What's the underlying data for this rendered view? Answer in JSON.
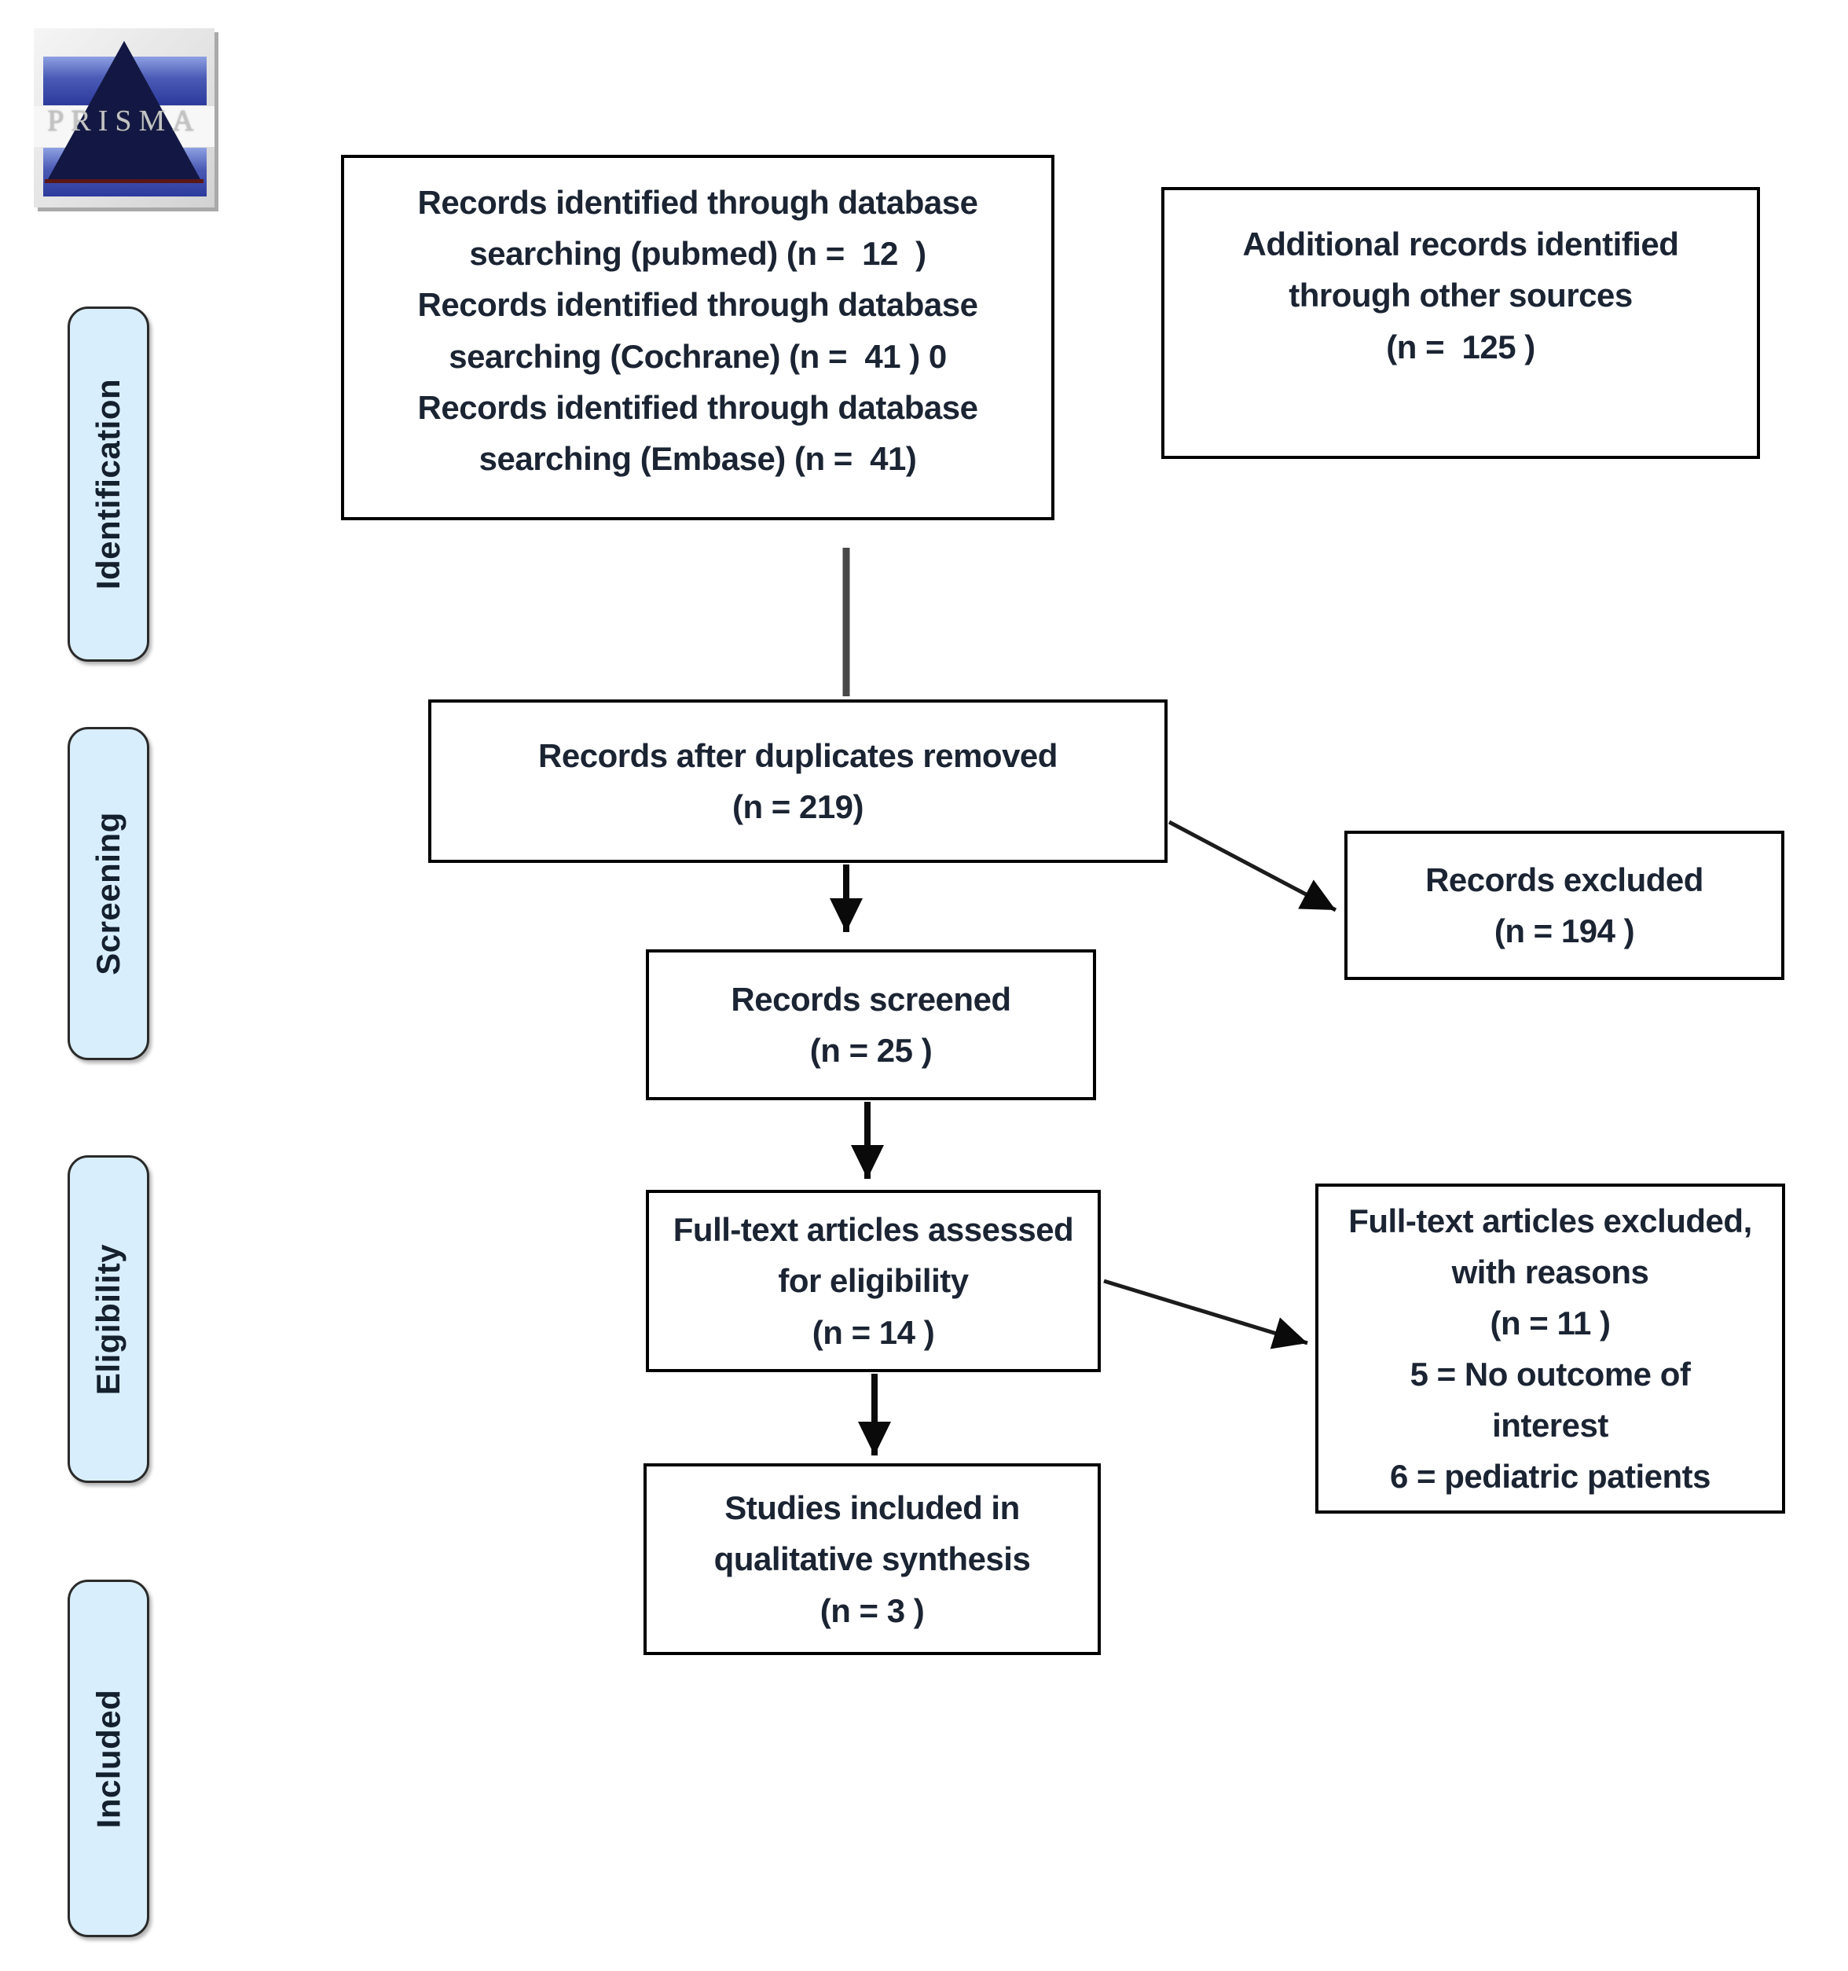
{
  "logo": {
    "text": "PRISMA"
  },
  "stages": [
    {
      "label": "Identification"
    },
    {
      "label": "Screening"
    },
    {
      "label": "Eligibility"
    },
    {
      "label": "Included"
    }
  ],
  "flow": {
    "identified": {
      "lines": [
        "Records identified through database",
        "searching (pubmed) (n =  12  )",
        "Records identified through database",
        "searching (Cochrane) (n =  41 ) 0",
        "Records identified through database",
        "searching (Embase) (n =  41)"
      ]
    },
    "additional": {
      "lines": [
        "Additional records identified",
        "through other sources",
        "(n =  125 )"
      ]
    },
    "deduplicated": {
      "lines": [
        "Records after duplicates removed",
        "(n = 219)"
      ]
    },
    "records_excluded": {
      "lines": [
        "Records excluded",
        "(n = 194 )"
      ]
    },
    "screened": {
      "lines": [
        "Records screened",
        "(n = 25 )"
      ]
    },
    "fulltext_assessed": {
      "lines": [
        "Full-text articles assessed",
        "for eligibility",
        "(n = 14 )"
      ]
    },
    "fulltext_excluded": {
      "lines": [
        "Full-text articles excluded,",
        "with reasons",
        "(n = 11 )",
        "5 = No outcome of",
        "interest",
        "6 = pediatric patients"
      ]
    },
    "included_studies": {
      "lines": [
        "Studies included in",
        "qualitative synthesis",
        "(n = 3 )"
      ]
    }
  },
  "colors": {
    "stage_fill": "#d8eefc",
    "box_border": "#000000",
    "text": "#1b2433",
    "arrow": "#0a0a0a",
    "logo_bar": "#2c3a9c",
    "logo_triangle": "#121843"
  }
}
